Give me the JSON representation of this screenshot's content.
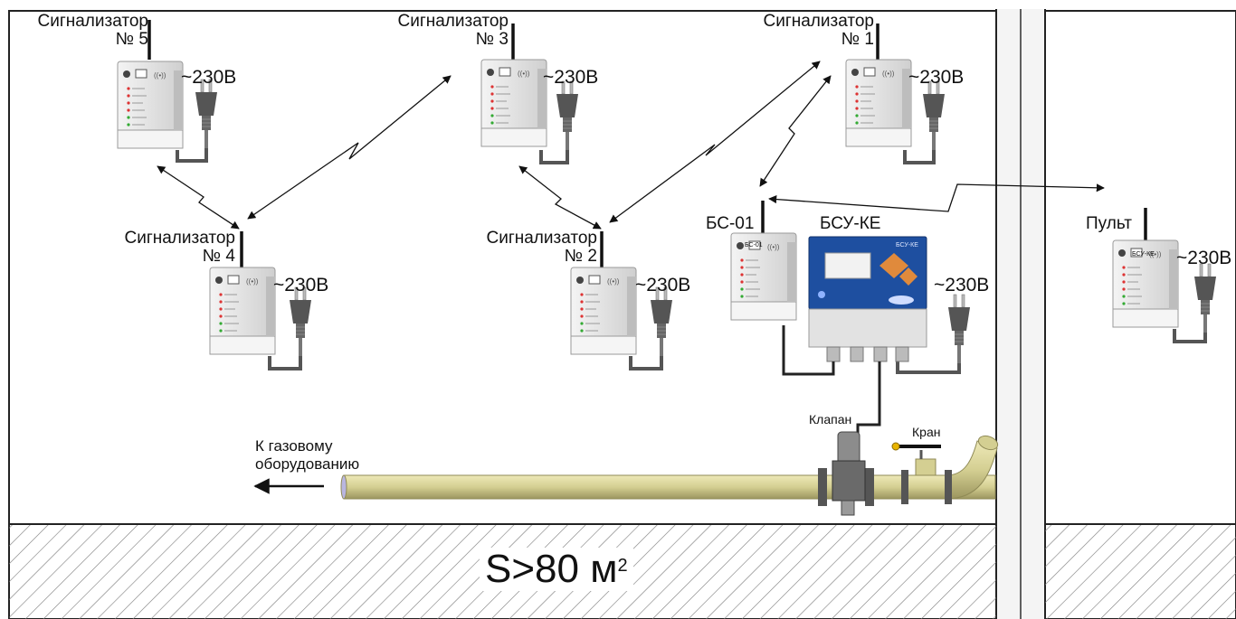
{
  "signalizers": [
    {
      "name": "Сигнализатор",
      "number": "№ 5",
      "power": "~230В"
    },
    {
      "name": "Сигнализатор",
      "number": "№ 3",
      "power": "~230В"
    },
    {
      "name": "Сигнализатор",
      "number": "№ 1",
      "power": "~230В"
    },
    {
      "name": "Сигнализатор",
      "number": "№ 4",
      "power": "~230В"
    },
    {
      "name": "Сигнализатор",
      "number": "№ 2",
      "power": "~230В"
    }
  ],
  "base_station": {
    "label": "БС-01",
    "panel": "БС-01"
  },
  "control_unit": {
    "label": "БСУ-КЕ",
    "panel": "БСУ-КЕ",
    "power": "~230В"
  },
  "remote": {
    "label": "Пульт",
    "panel": "БСУ-КЕ",
    "power": "~230В"
  },
  "valve": {
    "label": "Клапан"
  },
  "tap": {
    "label": "Кран"
  },
  "destination": {
    "line1": "К газовому",
    "line2": "оборудованию"
  },
  "area": {
    "text": "S>80 м",
    "sup": "2"
  },
  "colors": {
    "pipe": "#d8d39a",
    "pipe_shade": "#a9a36a",
    "panel_blue": "#1e4fa0",
    "hatch": "#777777",
    "wall": "#f4f4f4",
    "device": "#e8e8e8"
  }
}
